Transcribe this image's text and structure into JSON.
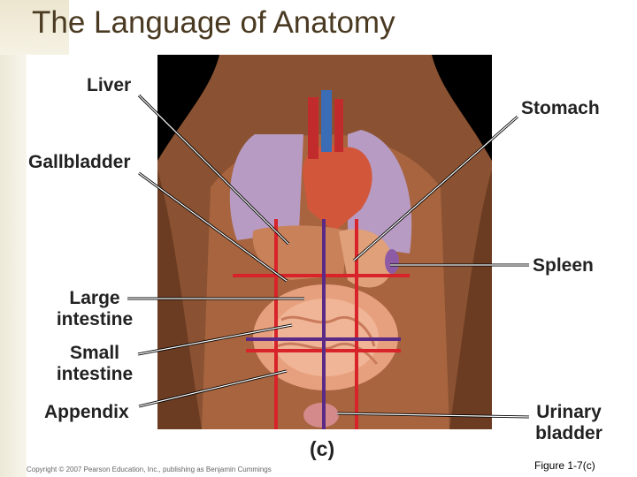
{
  "slide": {
    "title": "The Language of Anatomy",
    "panel_label": "(c)",
    "copyright": "Copyright © 2007 Pearson Education, Inc., publishing as Benjamin Cummings",
    "figure_ref": "Figure 1-7(c)"
  },
  "labels": {
    "liver": "Liver",
    "gallbladder": "Gallbladder",
    "large_intestine_1": "Large",
    "large_intestine_2": "intestine",
    "small_intestine_1": "Small",
    "small_intestine_2": "intestine",
    "appendix": "Appendix",
    "stomach": "Stomach",
    "spleen": "Spleen",
    "urinary_bladder_1": "Urinary",
    "urinary_bladder_2": "bladder"
  },
  "colors": {
    "title": "#4a3a22",
    "quadrant_red": "#d8232a",
    "quadrant_purple": "#5b2a86",
    "leader_line": "#ffffff"
  }
}
